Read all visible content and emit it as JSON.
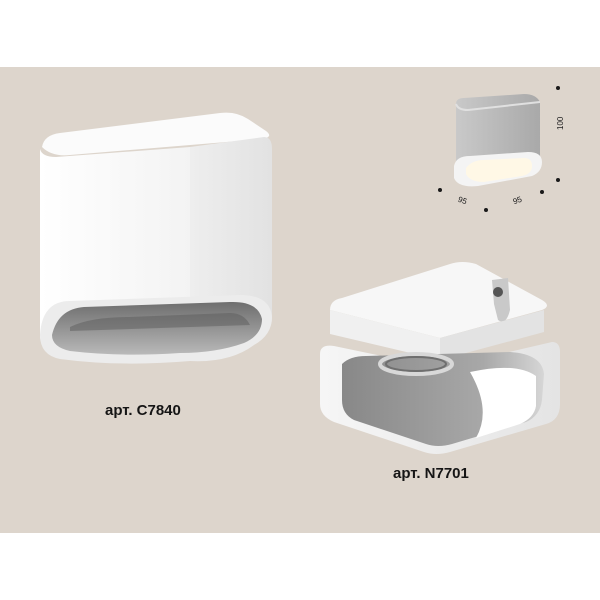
{
  "products": [
    {
      "article": "арт. C7840"
    },
    {
      "article": "арт. N7701"
    }
  ],
  "dimensions": {
    "height": "100",
    "width": "95",
    "depth": "95"
  },
  "colors": {
    "background": "#ddd5cc",
    "housing": "#ffffff",
    "inner": "#8e8e8e"
  }
}
